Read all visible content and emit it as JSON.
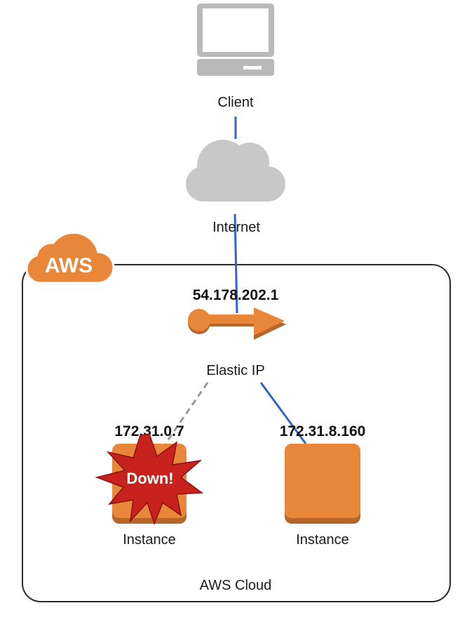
{
  "nodes": {
    "client": {
      "label": "Client",
      "icon": "laptop-icon"
    },
    "internet": {
      "label": "Internet",
      "icon": "cloud-icon"
    },
    "elastic_ip": {
      "label": "Elastic IP",
      "address": "54.178.202.1",
      "icon": "elastic-ip-arrow-icon"
    },
    "instance_a": {
      "label": "Instance",
      "address": "172.31.0.7",
      "status": "Down!",
      "icon": "instance-icon"
    },
    "instance_b": {
      "label": "Instance",
      "address": "172.31.8.160",
      "icon": "instance-icon"
    }
  },
  "aws": {
    "badge": "AWS",
    "container_label": "AWS Cloud"
  },
  "edges": [
    {
      "from": "client",
      "to": "internet",
      "style": "solid"
    },
    {
      "from": "internet",
      "to": "elastic_ip",
      "style": "solid"
    },
    {
      "from": "elastic_ip",
      "to": "instance_a",
      "style": "dashed"
    },
    {
      "from": "elastic_ip",
      "to": "instance_b",
      "style": "solid"
    }
  ],
  "colors": {
    "aws_orange": "#e8873a",
    "aws_orange_dark": "#b8652a",
    "link_blue": "#2f64c8",
    "inactive_gray": "#9a9a9a",
    "down_red": "#c8221e",
    "device_gray": "#b9b9b9"
  }
}
